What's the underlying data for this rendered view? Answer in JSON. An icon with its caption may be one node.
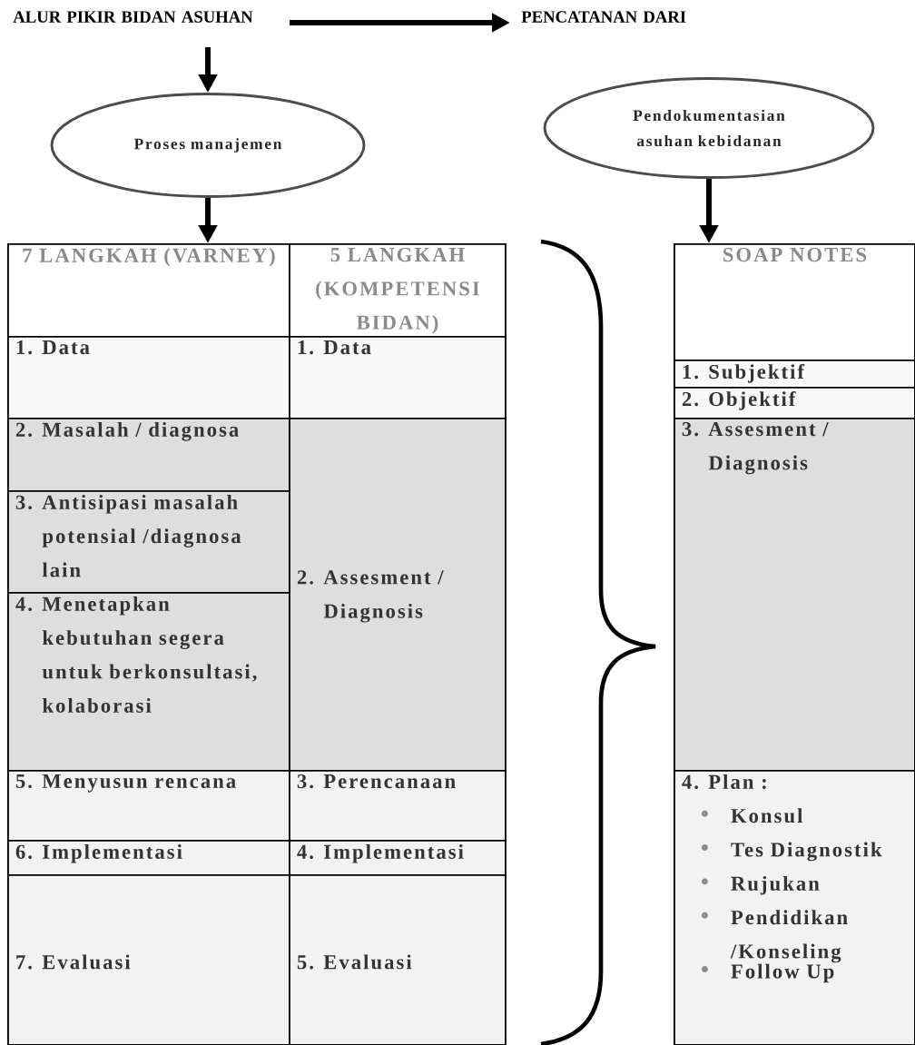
{
  "diagram": {
    "nodes": [
      {
        "text": [
          "ALUR PIKIR BIDAN ASUHAN"
        ]
      },
      {
        "text": [
          "PENCATANAN DARI"
        ]
      },
      {
        "text": [
          "Proses manajemen"
        ]
      },
      {
        "text": [
          "Pendokumentasian asuhan kebidanan"
        ]
      },
      {
        "text": [
          "7 LANGKAH (VARNEY)"
        ]
      },
      {
        "text": [
          "5 LANGKAH (KOMPETENSI BIDAN)"
        ]
      },
      {
        "text": [
          "1. Data"
        ]
      },
      {
        "text": [
          "1. Data"
        ]
      },
      {
        "text": [
          "2. Masalah / diagnosa"
        ]
      },
      {
        "text": [
          "3. Antisipasi masalah potensial /diagnosa lain"
        ]
      },
      {
        "text": [
          "4. Menetapkan kebutuhan segera untuk berkonsultasi, kolaborasi"
        ]
      },
      {
        "text": [
          "2. Assesment / Diagnosis"
        ]
      },
      {
        "text": [
          "5. Menyusun rencana"
        ]
      },
      {
        "text": [
          "3. Perencanaan"
        ]
      },
      {
        "text": [
          "6. Implementasi"
        ]
      },
      {
        "text": [
          "4. Implementasi"
        ]
      },
      {
        "text": [
          "7. Evaluasi"
        ]
      },
      {
        "text": [
          "5. Evaluasi"
        ]
      },
      {
        "text": [
          "SOAP NOTES"
        ]
      },
      {
        "text": [
          "1. Subjektif"
        ]
      },
      {
        "text": [
          "2. Objektif"
        ]
      },
      {
        "text": [
          "3. Assesment / Diagnosis"
        ]
      },
      {
        "text": [
          "4. Plan :",
          "Konsul",
          "Tes Diagnostik",
          "Rujukan",
          "Pendidikan /Konseling",
          "Follow Up"
        ]
      }
    ],
    "edges": [
      {
        "from": 0,
        "to": 1,
        "arrow": "to"
      },
      {
        "from": 0,
        "to": 2,
        "arrow": "to"
      },
      {
        "from": 2,
        "to": 4,
        "arrow": "to"
      },
      {
        "from": 3,
        "to": 18,
        "arrow": "to"
      }
    ]
  }
}
